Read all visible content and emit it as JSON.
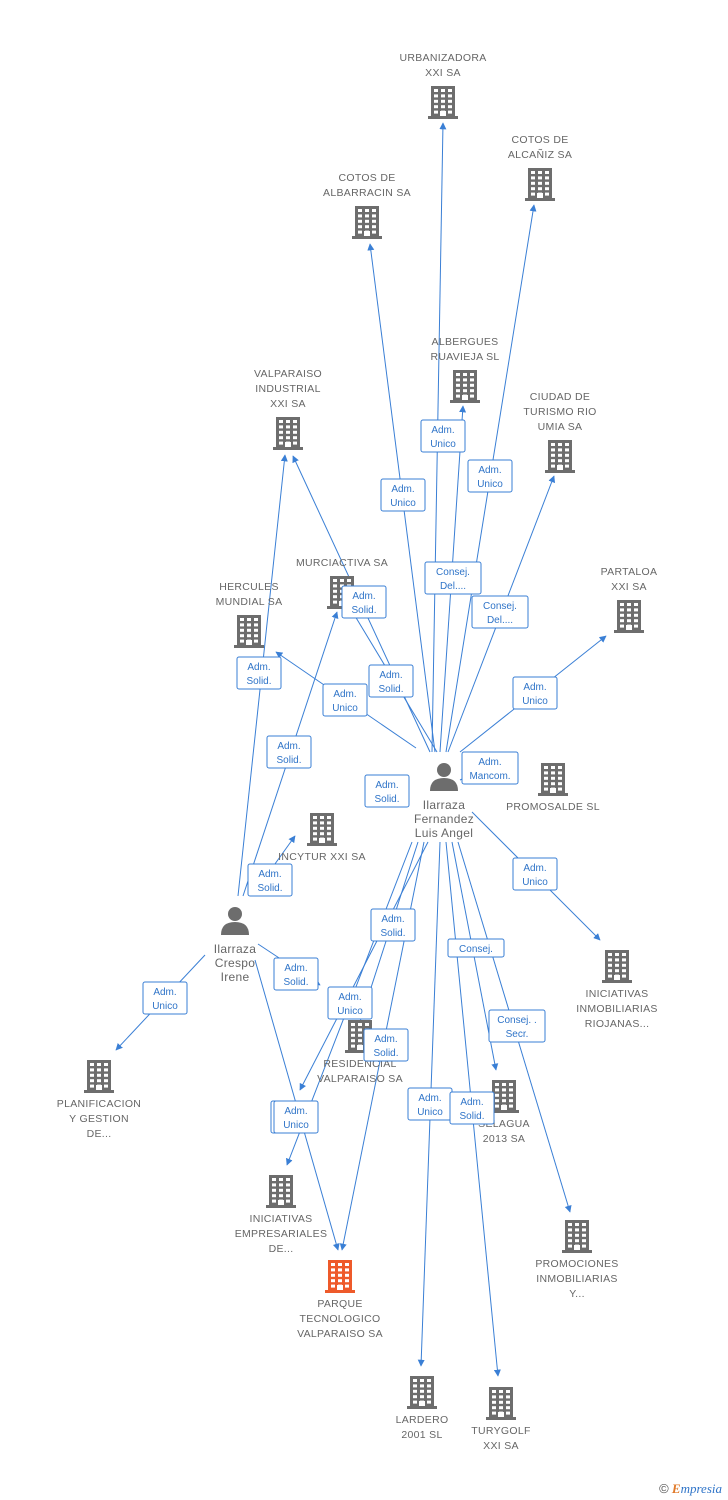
{
  "nodes": [
    {
      "id": "urbanizadora",
      "type": "company",
      "lines": [
        "URBANIZADORA",
        "XXI SA"
      ],
      "highlight": false
    },
    {
      "id": "cotos_alcaniz",
      "type": "company",
      "lines": [
        "COTOS DE",
        "ALCAÑIZ SA"
      ],
      "highlight": false
    },
    {
      "id": "cotos_albarracin",
      "type": "company",
      "lines": [
        "COTOS DE",
        "ALBARRACIN SA"
      ],
      "highlight": false
    },
    {
      "id": "albergues",
      "type": "company",
      "lines": [
        "ALBERGUES",
        "RUAVIEJA  SL"
      ],
      "highlight": false
    },
    {
      "id": "ciudad_turismo",
      "type": "company",
      "lines": [
        "CIUDAD DE",
        "TURISMO RIO",
        "UMIA SA"
      ],
      "highlight": false
    },
    {
      "id": "valparaiso_industrial",
      "type": "company",
      "lines": [
        "VALPARAISO",
        "INDUSTRIAL",
        "XXI SA"
      ],
      "highlight": false
    },
    {
      "id": "murciactiva",
      "type": "company",
      "lines": [
        "MURCIACTIVA SA"
      ],
      "highlight": false
    },
    {
      "id": "hercules",
      "type": "company",
      "lines": [
        "HERCULES",
        "MUNDIAL SA"
      ],
      "highlight": false
    },
    {
      "id": "partaloa",
      "type": "company",
      "lines": [
        "PARTALOA",
        "XXI SA"
      ],
      "highlight": false
    },
    {
      "id": "promosalde",
      "type": "company",
      "lines": [
        "PROMOSALDE SL"
      ],
      "highlight": false
    },
    {
      "id": "incytur",
      "type": "company",
      "lines": [
        "INCYTUR XXI SA"
      ],
      "highlight": false
    },
    {
      "id": "iniciativas_riojanas",
      "type": "company",
      "lines": [
        "INICIATIVAS",
        "INMOBILIARIAS",
        "RIOJANAS..."
      ],
      "highlight": false
    },
    {
      "id": "planificacion",
      "type": "company",
      "lines": [
        "PLANIFICACION",
        "Y GESTION",
        "DE..."
      ],
      "highlight": false
    },
    {
      "id": "residencial",
      "type": "company",
      "lines": [
        "RESIDENCIAL",
        "VALPARAISO SA"
      ],
      "highlight": false
    },
    {
      "id": "selagua",
      "type": "company",
      "lines": [
        "SELAGUA",
        "2013 SA"
      ],
      "highlight": false
    },
    {
      "id": "iniciativas_empresariales",
      "type": "company",
      "lines": [
        "INICIATIVAS",
        "EMPRESARIALES",
        "DE..."
      ],
      "highlight": false
    },
    {
      "id": "promociones",
      "type": "company",
      "lines": [
        "PROMOCIONES",
        "INMOBILIARIAS",
        "Y..."
      ],
      "highlight": false
    },
    {
      "id": "parque",
      "type": "company",
      "lines": [
        "PARQUE",
        "TECNOLOGICO",
        "VALPARAISO SA"
      ],
      "highlight": true
    },
    {
      "id": "lardero",
      "type": "company",
      "lines": [
        "LARDERO",
        "2001 SL"
      ],
      "highlight": false
    },
    {
      "id": "turygolf",
      "type": "company",
      "lines": [
        "TURYGOLF",
        "XXI SA"
      ],
      "highlight": false
    },
    {
      "id": "luis_angel",
      "type": "person",
      "lines": [
        "Ilarraza",
        "Fernandez",
        "Luis Angel"
      ],
      "highlight": false
    },
    {
      "id": "irene",
      "type": "person",
      "lines": [
        "Ilarraza",
        "Crespo",
        "Irene"
      ],
      "highlight": false
    }
  ],
  "relations": [
    {
      "id": "r1",
      "lines": [
        "Adm.",
        "Unico"
      ]
    },
    {
      "id": "r2",
      "lines": [
        "Adm.",
        "Unico"
      ]
    },
    {
      "id": "r3",
      "lines": [
        "Adm.",
        "Unico"
      ]
    },
    {
      "id": "r4",
      "lines": [
        "Consej.",
        "Del...."
      ]
    },
    {
      "id": "r5",
      "lines": [
        "Consej.",
        "Del...."
      ]
    },
    {
      "id": "r6",
      "lines": [
        "Adm.",
        "Solid."
      ]
    },
    {
      "id": "r7",
      "lines": [
        "Adm.",
        "Solid."
      ]
    },
    {
      "id": "r8",
      "lines": [
        "Adm.",
        "Unico"
      ]
    },
    {
      "id": "r9",
      "lines": [
        "Adm.",
        "Unico"
      ]
    },
    {
      "id": "r10",
      "lines": [
        "Adm.",
        "Mancom."
      ]
    },
    {
      "id": "r11",
      "lines": [
        "Adm.",
        "Solid."
      ]
    },
    {
      "id": "r12",
      "lines": [
        "Adm.",
        "Solid."
      ]
    },
    {
      "id": "r13",
      "lines": [
        "Adm.",
        "Solid."
      ]
    },
    {
      "id": "r14",
      "lines": [
        "Adm.",
        "Solid."
      ]
    },
    {
      "id": "r15",
      "lines": [
        "Adm.",
        "Unico"
      ]
    },
    {
      "id": "r16",
      "lines": [
        "Adm.",
        "Solid."
      ]
    },
    {
      "id": "r17",
      "lines": [
        "Consej."
      ]
    },
    {
      "id": "r18",
      "lines": [
        "Adm.",
        "Solid."
      ]
    },
    {
      "id": "r19",
      "lines": [
        "Adm.",
        "Unico"
      ]
    },
    {
      "id": "r20",
      "lines": [
        "Consej. .",
        "Secr."
      ]
    },
    {
      "id": "r21",
      "lines": [
        "Adm.",
        "Unico"
      ]
    },
    {
      "id": "r22",
      "lines": [
        "Adm.",
        "Solid."
      ]
    },
    {
      "id": "r23",
      "lines": [
        "Adm.",
        "Solid."
      ]
    },
    {
      "id": "r24",
      "lines": [
        "Adm.",
        "Unico"
      ]
    },
    {
      "id": "r25",
      "lines": [
        "Adm.",
        "Unico"
      ]
    },
    {
      "id": "r26",
      "lines": [
        "Adm.",
        "Solid."
      ]
    }
  ],
  "brand": {
    "copyright": "©",
    "first_letter": "E",
    "rest": "mpresia"
  },
  "colors": {
    "edge": "#3a7fd5",
    "building": "#6d6d6d",
    "building_highlight": "#ee5a2a",
    "label": "#666666"
  }
}
